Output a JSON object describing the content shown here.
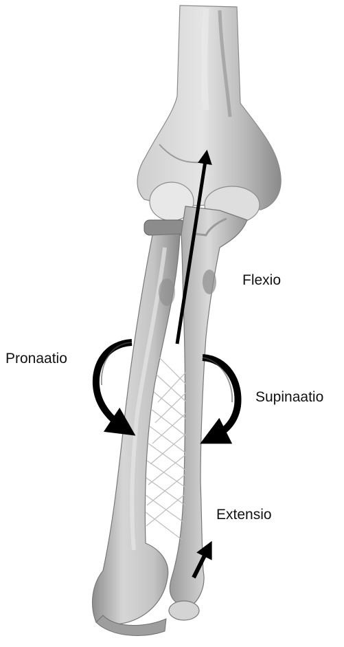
{
  "labels": {
    "flexion": "Flexio",
    "pronation": "Pronaatio",
    "supination": "Supinaatio",
    "extension": "Extensio"
  },
  "colors": {
    "bone_light": "#d9d9d9",
    "bone_mid": "#a9a9a9",
    "bone_dark": "#6e6e6e",
    "arrow": "#000000",
    "background": "#ffffff"
  }
}
